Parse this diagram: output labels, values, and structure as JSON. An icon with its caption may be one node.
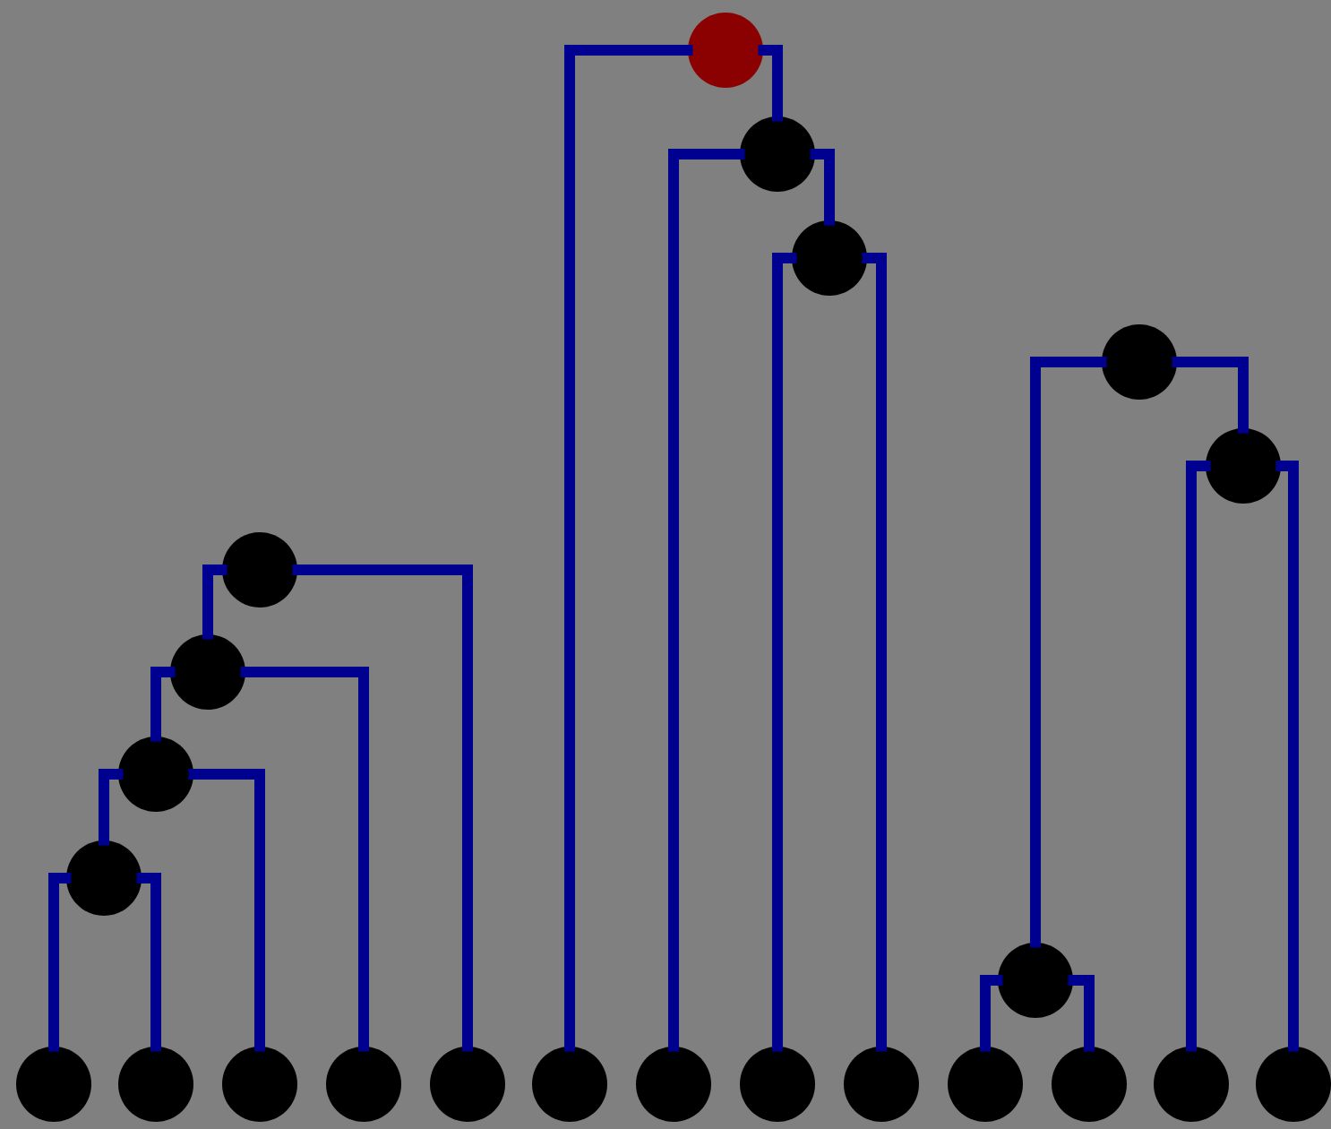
{
  "diagram": {
    "nodes": [
      {
        "text": [],
        "shape": "circle"
      },
      {
        "text": [],
        "shape": "circle"
      },
      {
        "text": [],
        "shape": "circle"
      },
      {
        "text": [],
        "shape": "circle"
      },
      {
        "text": [],
        "shape": "circle"
      },
      {
        "text": [],
        "shape": "circle"
      },
      {
        "text": [],
        "shape": "circle"
      },
      {
        "text": [],
        "shape": "circle"
      },
      {
        "text": [],
        "shape": "circle"
      },
      {
        "text": [],
        "shape": "circle"
      },
      {
        "text": [],
        "shape": "circle"
      },
      {
        "text": [],
        "shape": "circle"
      },
      {
        "text": [],
        "shape": "circle"
      },
      {
        "text": [],
        "shape": "circle"
      },
      {
        "text": [],
        "shape": "circle"
      },
      {
        "text": [],
        "shape": "circle"
      },
      {
        "text": [],
        "shape": "circle"
      },
      {
        "text": [],
        "shape": "circle"
      },
      {
        "text": [],
        "shape": "circle"
      },
      {
        "text": [],
        "shape": "circle"
      },
      {
        "text": [],
        "shape": "circle"
      },
      {
        "text": [],
        "shape": "circle"
      },
      {
        "text": [],
        "shape": "circle"
      }
    ],
    "edges": [
      {
        "from": 0,
        "to": 15,
        "arrow": "none"
      },
      {
        "from": 0,
        "to": 1,
        "arrow": "none"
      },
      {
        "from": 1,
        "to": 16,
        "arrow": "none"
      },
      {
        "from": 1,
        "to": 2,
        "arrow": "none"
      },
      {
        "from": 2,
        "to": 17,
        "arrow": "none"
      },
      {
        "from": 2,
        "to": 18,
        "arrow": "none"
      },
      {
        "from": 3,
        "to": 9,
        "arrow": "none"
      },
      {
        "from": 3,
        "to": 4,
        "arrow": "none"
      },
      {
        "from": 4,
        "to": 21,
        "arrow": "none"
      },
      {
        "from": 4,
        "to": 22,
        "arrow": "none"
      },
      {
        "from": 5,
        "to": 6,
        "arrow": "none"
      },
      {
        "from": 5,
        "to": 14,
        "arrow": "none"
      },
      {
        "from": 6,
        "to": 7,
        "arrow": "none"
      },
      {
        "from": 6,
        "to": 13,
        "arrow": "none"
      },
      {
        "from": 7,
        "to": 8,
        "arrow": "none"
      },
      {
        "from": 7,
        "to": 12,
        "arrow": "none"
      },
      {
        "from": 8,
        "to": 10,
        "arrow": "none"
      },
      {
        "from": 8,
        "to": 11,
        "arrow": "none"
      },
      {
        "from": 9,
        "to": 19,
        "arrow": "none"
      },
      {
        "from": 9,
        "to": 20,
        "arrow": "none"
      }
    ]
  }
}
